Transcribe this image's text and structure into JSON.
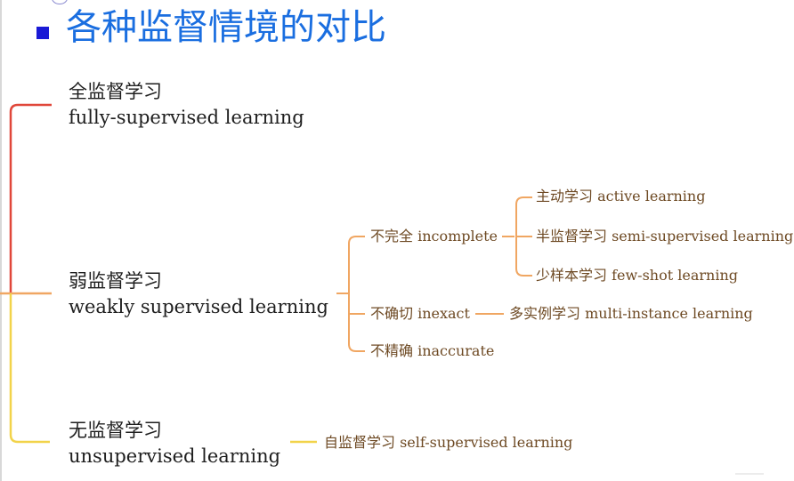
{
  "title": "各种监督情境的对比",
  "nodes": {
    "fully": {
      "zh": "全监督学习",
      "en": "fully-supervised learning"
    },
    "weakly": {
      "zh": "弱监督学习",
      "en": "weakly supervised learning"
    },
    "unsupervised": {
      "zh": "无监督学习",
      "en": "unsupervised learning"
    }
  },
  "weak_children": {
    "incomplete": "不完全 incomplete",
    "inexact": "不确切 inexact",
    "inaccurate": "不精确 inaccurate"
  },
  "incomplete_children": {
    "active": "主动学习 active learning",
    "semi": "半监督学习 semi-supervised learning",
    "fewshot": "少样本学习 few-shot learning"
  },
  "inexact_child": "多实例学习 multi-instance learning",
  "unsupervised_child": "自监督学习 self-supervised learning",
  "colors": {
    "title": "#1a6ee0",
    "bullet": "#1a1ad6",
    "branch_red": "#e0473a",
    "branch_orange": "#f0a662",
    "branch_yellow": "#f2d34a",
    "leaf_text": "#6e4a24"
  }
}
